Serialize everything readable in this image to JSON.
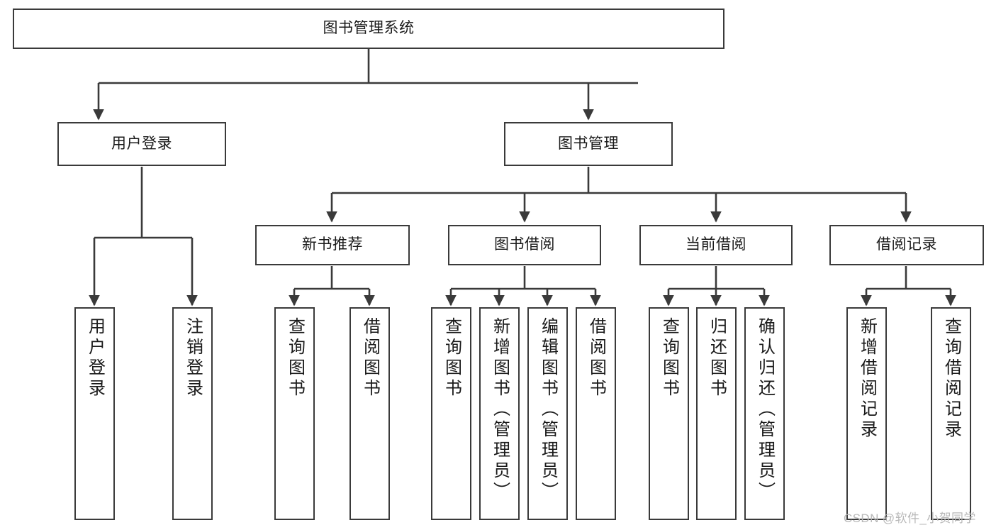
{
  "diagram": {
    "type": "tree-hierarchy-diagram",
    "title": "图书管理系统",
    "stroke_color": "#3a3a3a",
    "background_color": "#ffffff",
    "text_color": "#1a1a1a",
    "root": {
      "label": "图书管理系统"
    },
    "level2": [
      {
        "label": "用户登录"
      },
      {
        "label": "图书管理"
      }
    ],
    "level3": [
      {
        "label": "新书推荐"
      },
      {
        "label": "图书借阅"
      },
      {
        "label": "当前借阅"
      },
      {
        "label": "借阅记录"
      }
    ],
    "leaves": {
      "user_login": [
        {
          "label": "用户登录"
        },
        {
          "label": "注销登录"
        }
      ],
      "new_book_recommend": [
        {
          "label": "查询图书"
        },
        {
          "label": "借阅图书"
        }
      ],
      "book_borrow": [
        {
          "label": "查询图书"
        },
        {
          "label": "新增图书（管理员）"
        },
        {
          "label": "编辑图书（管理员）"
        },
        {
          "label": "借阅图书"
        }
      ],
      "current_borrow": [
        {
          "label": "查询图书"
        },
        {
          "label": "归还图书"
        },
        {
          "label": "确认归还（管理员）"
        }
      ],
      "borrow_record": [
        {
          "label": "新增借阅记录"
        },
        {
          "label": "查询借阅记录"
        }
      ]
    }
  },
  "watermark": {
    "text": "CSDN @软件_小贺同学"
  }
}
